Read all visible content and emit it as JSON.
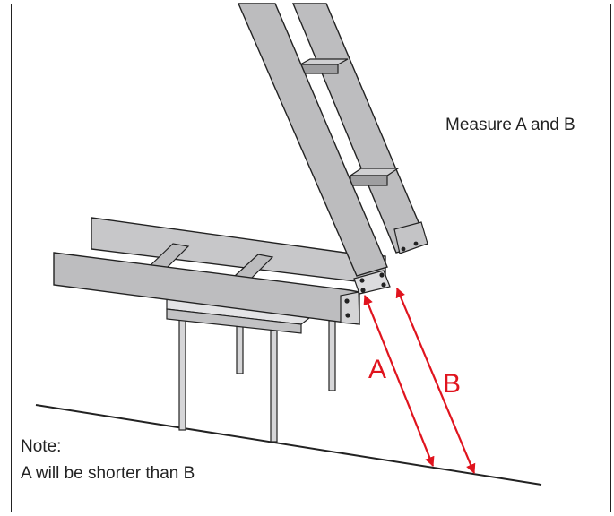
{
  "instruction": "Measure A and B",
  "note": {
    "heading": "Note:",
    "body": "A will be shorter than B"
  },
  "labels": {
    "a": "A",
    "b": "B"
  },
  "colors": {
    "frame_gray": "#b9b9bb",
    "frame_dark": "#c9c9cb",
    "outline": "#222222",
    "measure_red": "#e0141e",
    "background": "#ffffff"
  }
}
